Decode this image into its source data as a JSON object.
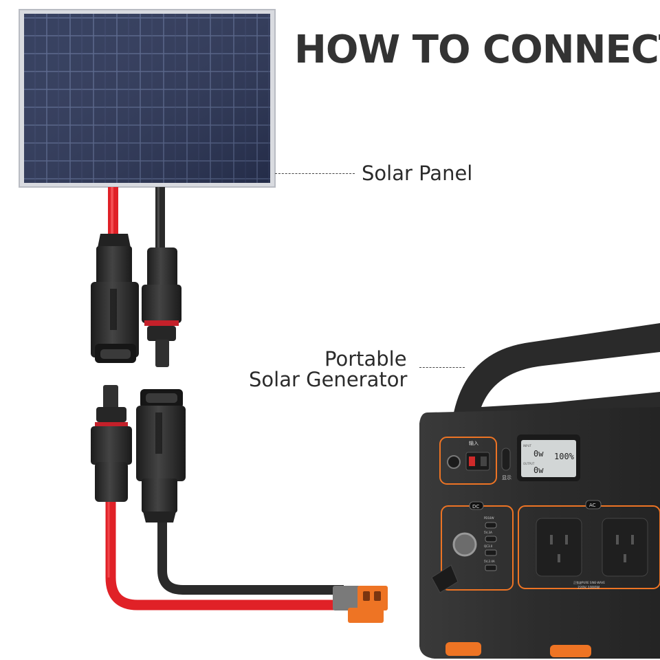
{
  "title": "HOW TO CONNECT",
  "labels": {
    "solar_panel": "Solar Panel",
    "generator_line1": "Portable",
    "generator_line2": "Solar Generator"
  },
  "generator": {
    "input_label": "输入",
    "display": {
      "input_tag": "INPUT",
      "output_tag": "OUTPUT",
      "input_watts": "0w",
      "output_watts": "0w",
      "battery": "100%"
    },
    "display_button_label": "显示",
    "dc_label": "DC",
    "ac_label": "AC",
    "dc_ports": [
      "PD18W",
      "5V,3A",
      "QC3.0",
      "5V,2.4A"
    ],
    "ac_spec_line1": "正弦波PURE SINE-WAVE",
    "ac_spec_line2": "220V,1000W"
  },
  "colors": {
    "background": "#ffffff",
    "title": "#333333",
    "positive_cable": "#e02127",
    "negative_cable": "#2a2a2a",
    "generator_body": "#2b2b2b",
    "accent_orange": "#ee7424",
    "panel_cell": "#2b3557"
  }
}
